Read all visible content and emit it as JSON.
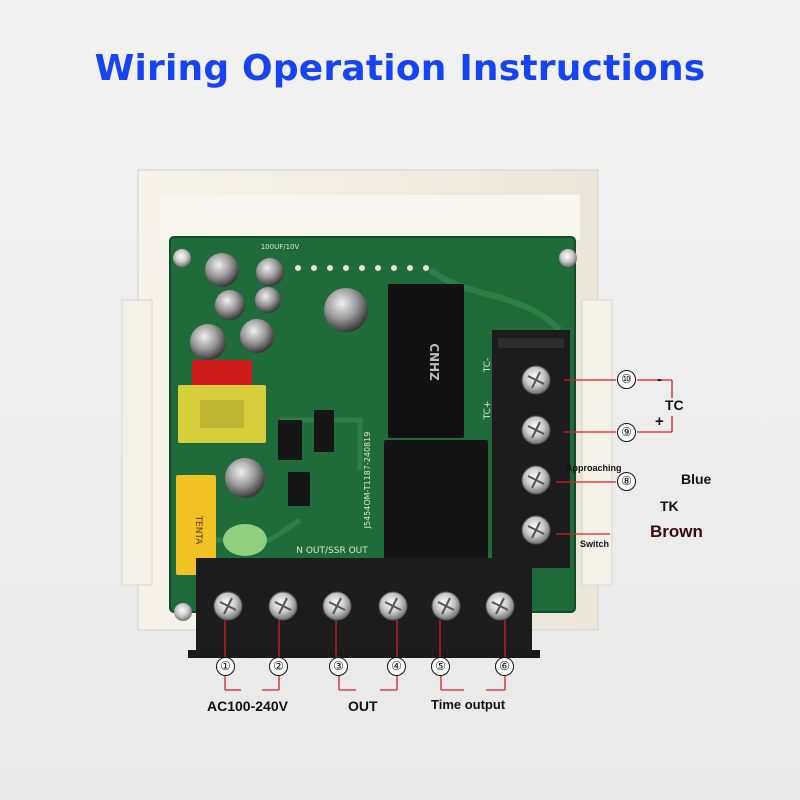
{
  "title": "Wiring Operation Instructions",
  "colors": {
    "title": "#1744f2",
    "brown": "#3a0a05",
    "pcb": "#1f6b3a",
    "line": "#d62020"
  },
  "right_terminals": {
    "t10": "⑩",
    "t9": "⑨",
    "t8": "⑧",
    "minus": "-",
    "plus": "+",
    "tc": "TC",
    "approaching": "Approaching",
    "blue": "Blue",
    "tk": "TK",
    "brown": "Brown",
    "switch": "Switch"
  },
  "bottom_terminals": {
    "t1": "①",
    "t2": "②",
    "t3": "③",
    "t4": "④",
    "t5": "⑤",
    "t6": "⑥",
    "power": "AC100-240V",
    "out": "OUT",
    "time_output": "Time output"
  },
  "pcb_text": {
    "relay_brand": "CNHZ",
    "n_out": "N  OUT/SSR  OUT",
    "model": "J5454OM-T1187-240819",
    "cap": "100UF/10V",
    "tc_minus": "TC-",
    "tc_plus": "TC+",
    "fuse": "TENTA"
  }
}
